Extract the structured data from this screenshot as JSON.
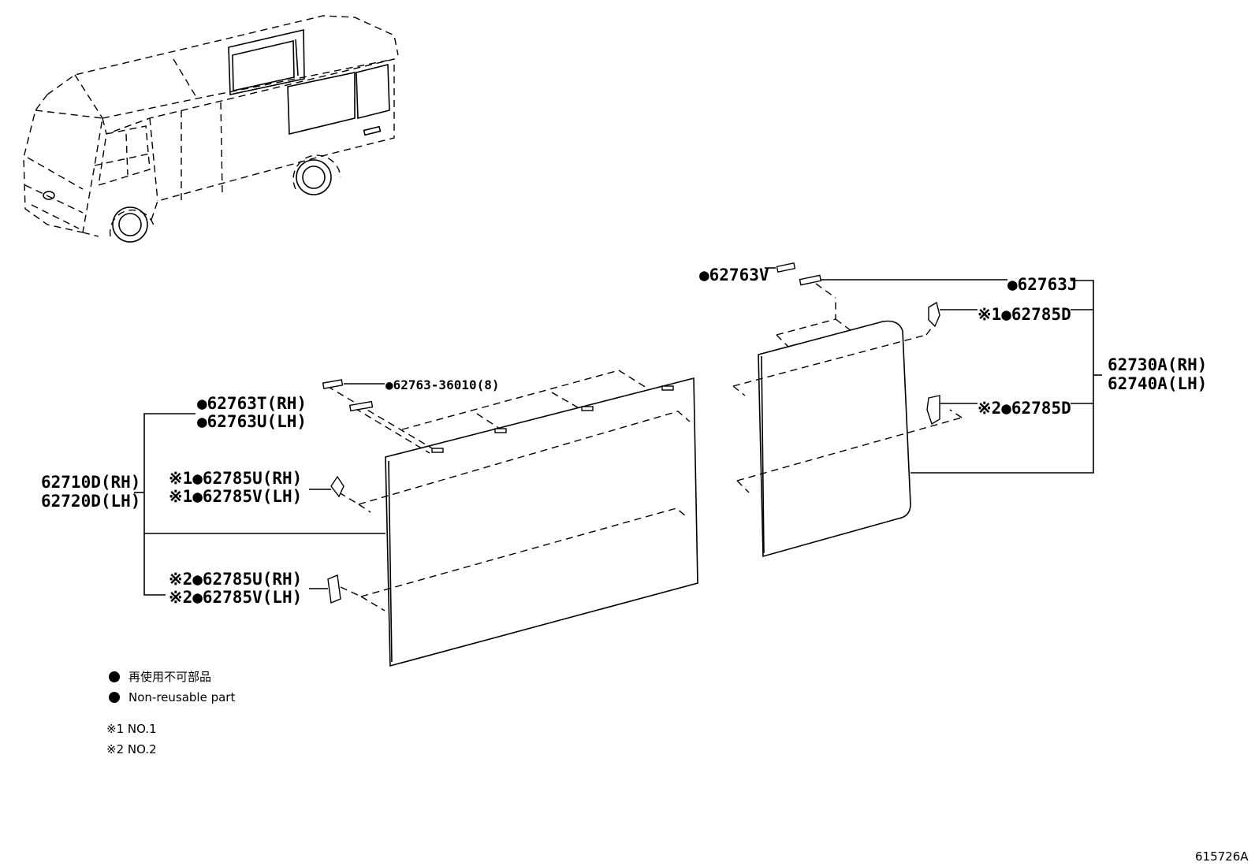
{
  "labels": {
    "p62763V": "●62763V",
    "p62763J": "●62763J",
    "p62785D_1": "※1●62785D",
    "p62785D_2": "※2●62785D",
    "p62730A": "62730A(RH)",
    "p62740A": "62740A(LH)",
    "p62763_36010": "●62763-36010(8)",
    "p62763T": "●62763T(RH)",
    "p62763U": "●62763U(LH)",
    "p62710D": "62710D(RH)",
    "p62720D": "62720D(LH)",
    "p62785U_1": "※1●62785U(RH)",
    "p62785V_1": "※1●62785V(LH)",
    "p62785U_2": "※2●62785U(RH)",
    "p62785V_2": "※2●62785V(LH)"
  },
  "legend": {
    "nonreusable_jp": "再使用不可部品",
    "nonreusable_en": "Non-reusable part",
    "note1": "※1  NO.1",
    "note2": "※2  NO.2"
  },
  "diagram_id": "615726A"
}
